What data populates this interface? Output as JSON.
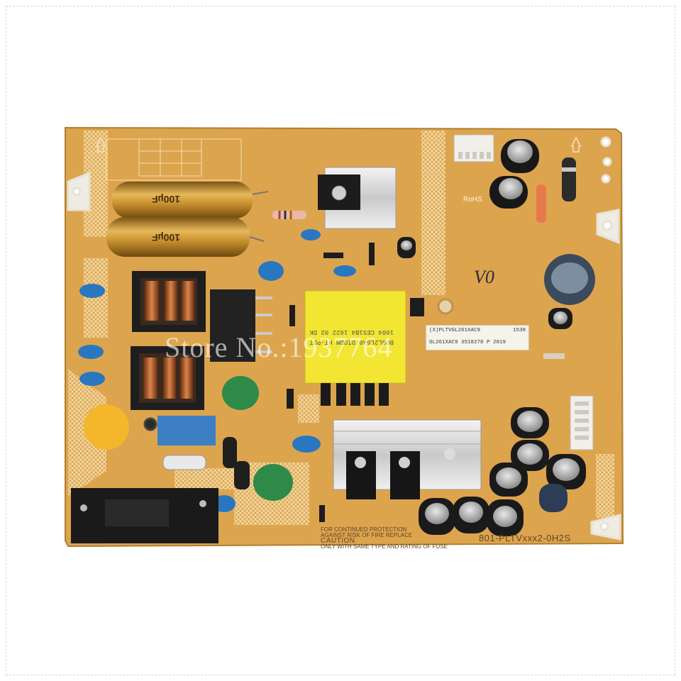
{
  "image": {
    "subject": "TV power supply PCB",
    "background_color": "#ffffff",
    "board_color": "#dda44e"
  },
  "watermark": "Store No.:1937764",
  "sticker": {
    "line1_left": "(X)PLTVGL261XAC9",
    "line1_right": "1538",
    "line2": "GL261XAC9 3518270 P 2019"
  },
  "board_text": {
    "rohs": "RoHS",
    "caution_line1": "CAUTION",
    "caution_line2": "FOR CONTINUED PROTECTION",
    "caution_line3": "AGAINST RISK OF FIRE REPLACE",
    "caution_line4": "ONLY WITH SAME TYPE AND RATING OF FUSE",
    "part_number": "801-PLTVxxx2-0H2S",
    "handwritten": "V0"
  }
}
